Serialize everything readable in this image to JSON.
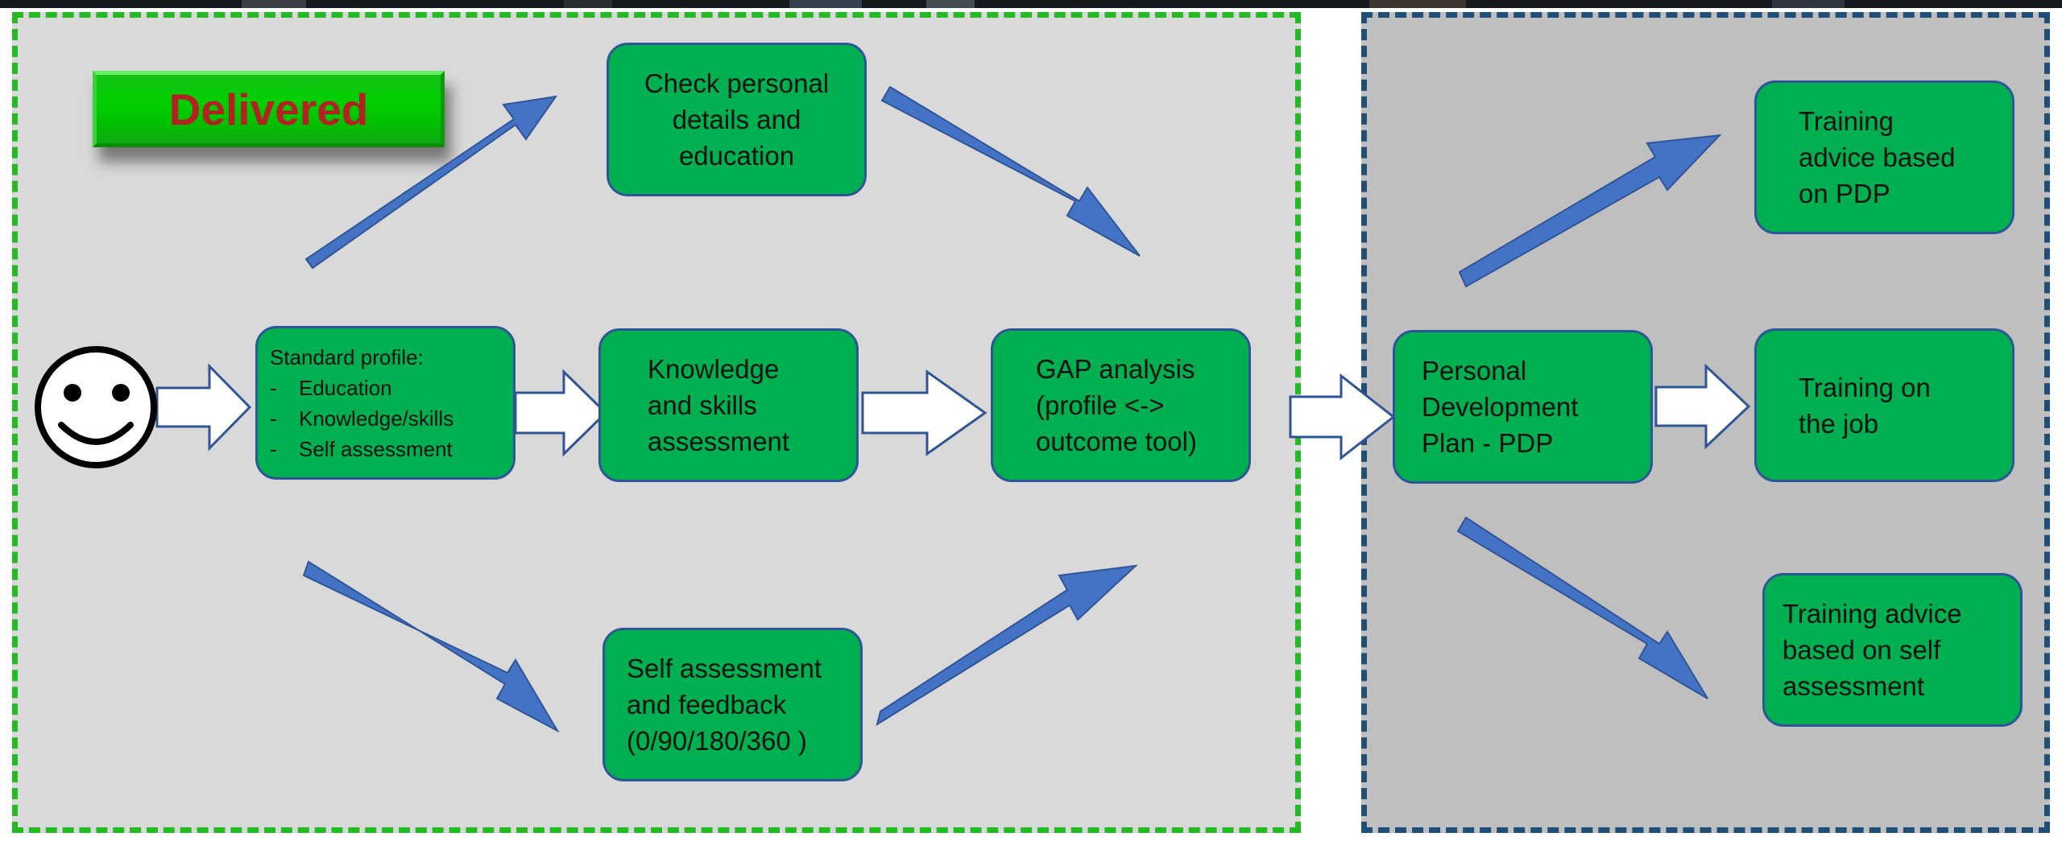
{
  "badge": {
    "label": "Delivered"
  },
  "nodes": {
    "standard_profile": {
      "title": "Standard profile:",
      "items": [
        "Education",
        "Knowledge/skills",
        "Self assessment"
      ]
    },
    "check_personal": {
      "lines": [
        "Check personal",
        "details and",
        "education"
      ]
    },
    "knowledge_assessment": {
      "lines": [
        "Knowledge",
        "and skills",
        "assessment"
      ]
    },
    "self_assessment": {
      "lines": [
        "Self assessment",
        "and feedback",
        "(0/90/180/360 )"
      ]
    },
    "gap_analysis": {
      "lines": [
        "GAP analysis",
        "(profile <->",
        "outcome tool)"
      ]
    },
    "pdp": {
      "lines": [
        "Personal",
        "Development",
        "Plan - PDP"
      ]
    },
    "training_pdp": {
      "lines": [
        "Training",
        "advice based",
        "on PDP"
      ]
    },
    "training_job": {
      "lines": [
        "Training on",
        "the job"
      ]
    },
    "training_self": {
      "lines": [
        "Training advice",
        "based on self",
        "assessment"
      ]
    }
  },
  "colors": {
    "node_fill": "#00b050",
    "node_border": "#2e5597",
    "arrow_blue": "#4472c4",
    "delivered_region": "#d9d9d9",
    "delivered_border": "#22bb22",
    "planned_region": "#bfbfbf",
    "planned_border": "#1f4e79",
    "badge_text": "#b22222"
  },
  "icons": {
    "person": "smiley-face-icon"
  }
}
